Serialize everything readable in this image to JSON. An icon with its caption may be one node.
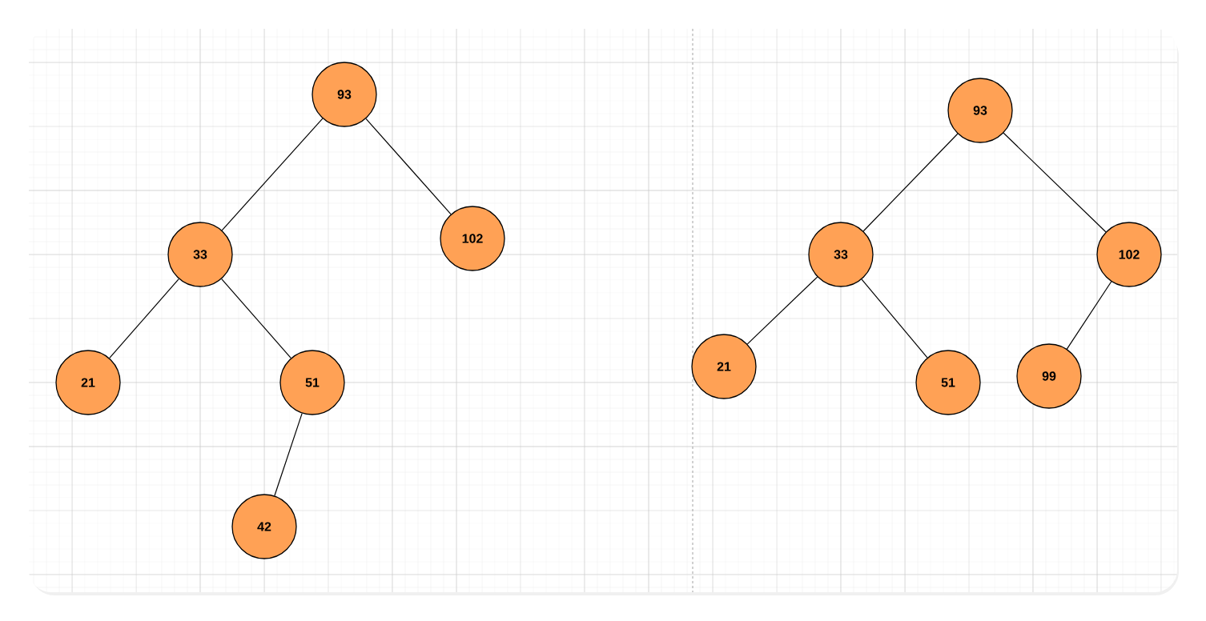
{
  "diagram": {
    "nodes": [
      {
        "text": [
          "93"
        ]
      },
      {
        "text": [
          "33"
        ]
      },
      {
        "text": [
          "102"
        ]
      },
      {
        "text": [
          "21"
        ]
      },
      {
        "text": [
          "51"
        ]
      },
      {
        "text": [
          "42"
        ]
      },
      {
        "text": [
          "93"
        ]
      },
      {
        "text": [
          "33"
        ]
      },
      {
        "text": [
          "102"
        ]
      },
      {
        "text": [
          "21"
        ]
      },
      {
        "text": [
          "51"
        ]
      },
      {
        "text": [
          "99"
        ]
      }
    ],
    "edges": [
      {
        "from": 0,
        "to": 1,
        "arrow": "none"
      },
      {
        "from": 0,
        "to": 2,
        "arrow": "none"
      },
      {
        "from": 1,
        "to": 3,
        "arrow": "none"
      },
      {
        "from": 1,
        "to": 4,
        "arrow": "none"
      },
      {
        "from": 4,
        "to": 5,
        "arrow": "none"
      },
      {
        "from": 6,
        "to": 7,
        "arrow": "none"
      },
      {
        "from": 6,
        "to": 8,
        "arrow": "none"
      },
      {
        "from": 7,
        "to": 9,
        "arrow": "none"
      },
      {
        "from": 7,
        "to": 10,
        "arrow": "none"
      },
      {
        "from": 8,
        "to": 11,
        "arrow": "none"
      }
    ]
  }
}
